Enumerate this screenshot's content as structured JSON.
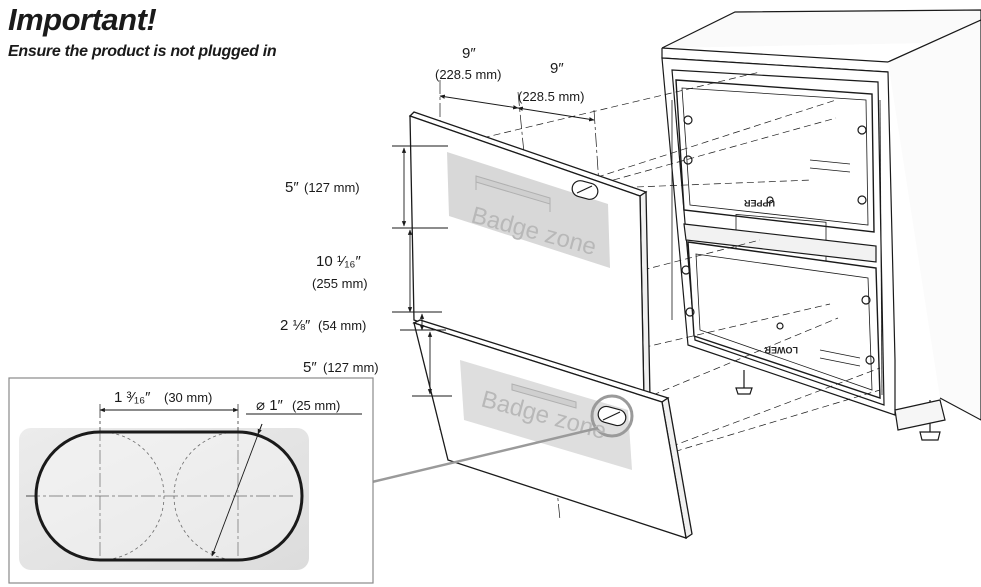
{
  "header": {
    "title": "Important!",
    "subtitle": "Ensure the product is not plugged in"
  },
  "dimensions": {
    "horizontal_first": {
      "inch": "9″",
      "mm": "(228.5 mm)"
    },
    "horizontal_second": {
      "inch": "9″",
      "mm": "(228.5 mm)"
    },
    "upper_handle_offset": {
      "inch": "5″",
      "mm": "(127 mm)"
    },
    "handle_spacing": {
      "inch": "10 ¹⁄₁₆″",
      "mm": "(255 mm)"
    },
    "panel_gap": {
      "inch": "2 ⅛″",
      "mm": "(54 mm)"
    },
    "lower_handle_offset": {
      "inch": "5″",
      "mm": "(127 mm)"
    }
  },
  "panels": {
    "upper_badge_label": "Badge zone",
    "lower_badge_label": "Badge zone"
  },
  "detail": {
    "slot_spacing": {
      "inch": "1 ³⁄₁₆″",
      "mm": "(30 mm)"
    },
    "hole_diameter": {
      "inch": "⌀ 1″",
      "mm": "(25 mm)"
    }
  },
  "appliance": {
    "upper_drawer_stamp": "UPPER",
    "lower_drawer_stamp": "LOWER"
  },
  "colors": {
    "line": "#1a1a1a",
    "badge_zone": "#d8d8d8",
    "detail_fill": "#e6e6e6",
    "callout": "#9a9a9a"
  }
}
